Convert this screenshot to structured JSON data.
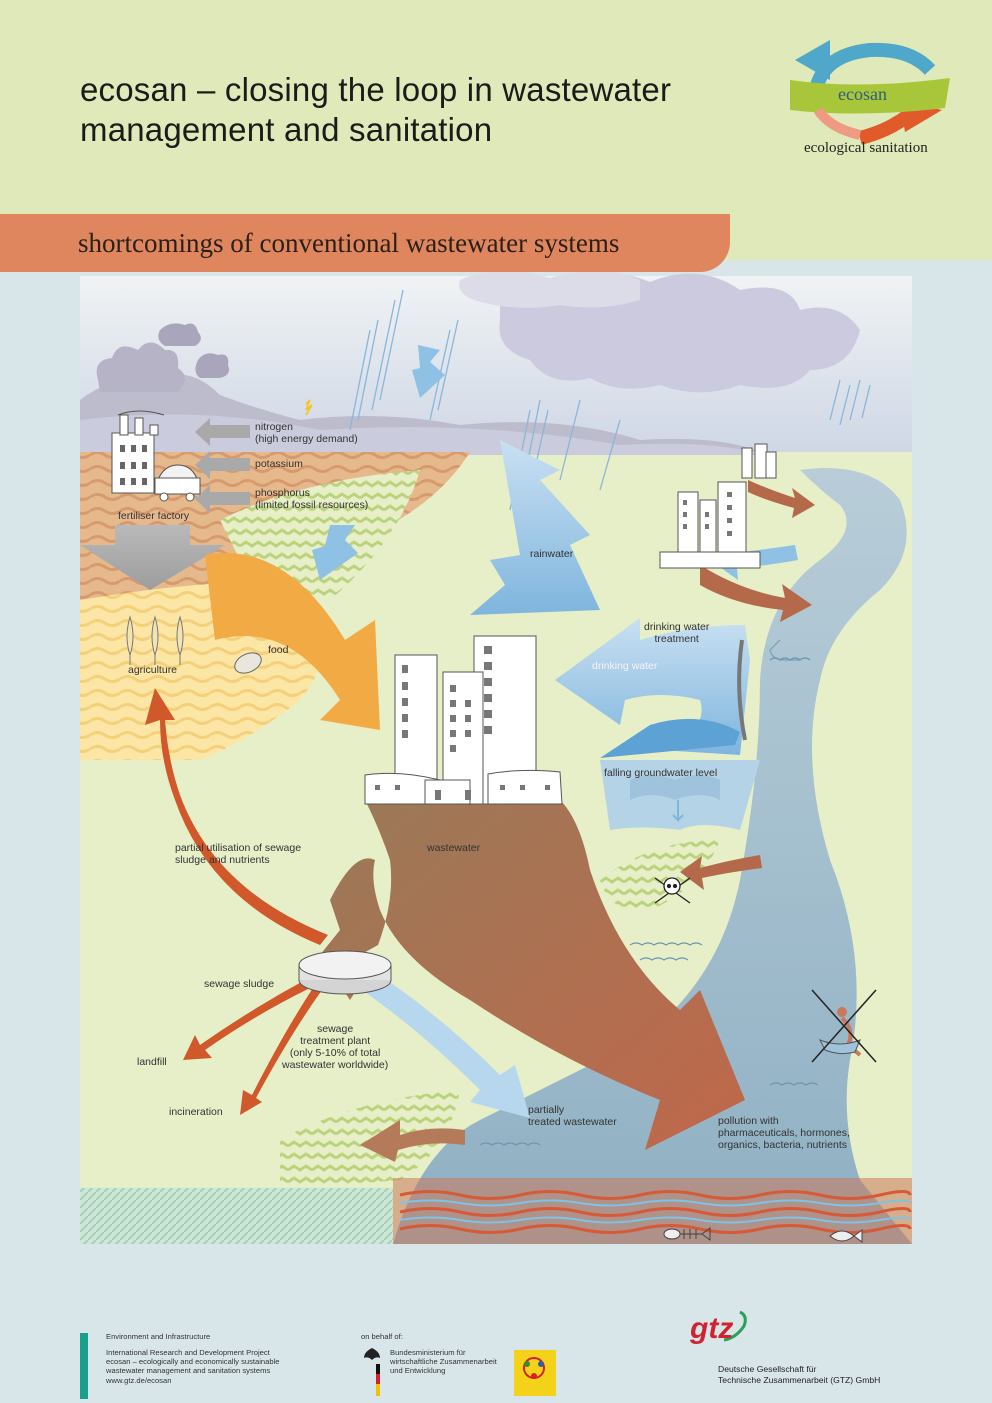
{
  "header": {
    "title_line1": "ecosan – closing the loop in wastewater",
    "title_line2": "management and sanitation",
    "subtitle": "shortcomings of conventional wastewater systems"
  },
  "logo": {
    "word": "ecosan",
    "caption": "ecological sanitation"
  },
  "labels": {
    "nitrogen": "nitrogen",
    "nitrogen_note": "(high energy demand)",
    "potassium": "potassium",
    "phosphorus": "phosphorus",
    "phosphorus_note": "(limited fossil resources)",
    "fertiliser_factory": "fertiliser factory",
    "rainwater": "rainwater",
    "food": "food",
    "agriculture": "agriculture",
    "drinking_water_treatment_1": "drinking water",
    "drinking_water_treatment_2": "treatment",
    "drinking_water": "drinking water",
    "falling_groundwater": "falling groundwater level",
    "partial_util_1": "partial utilisation of sewage",
    "partial_util_2": "sludge and nutrients",
    "wastewater": "wastewater",
    "sewage_sludge": "sewage sludge",
    "landfill": "landfill",
    "incineration": "incineration",
    "stp_1": "sewage",
    "stp_2": "treatment plant",
    "stp_3": "(only 5-10% of total",
    "stp_4": "wastewater worldwide)",
    "partially_1": "partially",
    "partially_2": "treated wastewater",
    "pollution_1": "pollution with",
    "pollution_2": "pharmaceuticals, hormones,",
    "pollution_3": "organics, bacteria, nutrients"
  },
  "footer": {
    "dept": "Environment and Infrastructure",
    "project_1": "International Research and Development Project",
    "project_2": "ecosan – ecologically and economically sustainable",
    "project_3": "wastewater management and sanitation systems",
    "project_4": "www.gtz.de/ecosan",
    "on_behalf": "on behalf of:",
    "bmz_1": "Bundesministerium für",
    "bmz_2": "wirtschaftliche Zusammenarbeit",
    "bmz_3": "und Entwicklung",
    "gtz_word": "gtz",
    "gtz_1": "Deutsche Gesellschaft für",
    "gtz_2": "Technische Zusammenarbeit (GTZ) GmbH"
  },
  "colors": {
    "header_bg": "#dfe9b9",
    "subtitle_band": "#e0865f",
    "page_bg": "#d8e6ea",
    "scene_bg": "#e6efc8",
    "river": "#9fbccb",
    "wastewater_brown": "#a57c5a",
    "arrow_orange": "#f2aa45",
    "arrow_rust": "#d0582a",
    "arrow_blue": "#8ec1e4",
    "gtz_red": "#cf2430"
  }
}
